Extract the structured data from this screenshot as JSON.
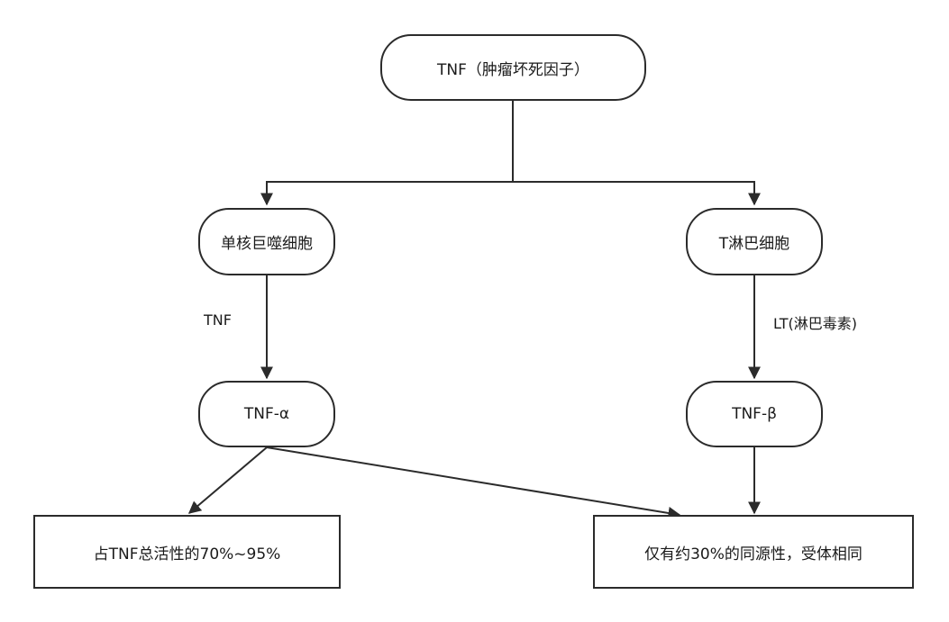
{
  "nodes": {
    "root": "TNF（肿瘤坏死因子）",
    "monocyte": "单核巨噬细胞",
    "lymphocyte": "T淋巴细胞",
    "tnf_alpha": "TNF-α",
    "tnf_beta": "TNF-β",
    "alpha_note": "占TNF总活性的70%~95%",
    "beta_note": "仅有约30%的同源性，受体相同"
  },
  "edge_labels": {
    "left": "TNF",
    "right": "LT(淋巴毒素)"
  }
}
